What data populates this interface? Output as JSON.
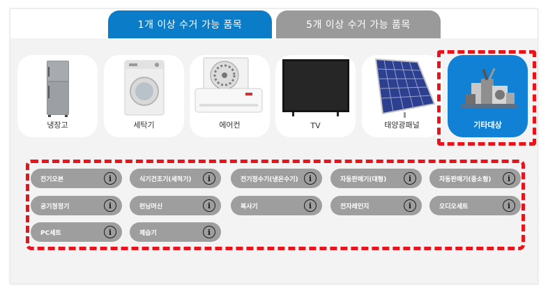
{
  "tabs": [
    {
      "label": "1개 이상 수거 가능 품목",
      "active": true
    },
    {
      "label": "5개 이상 수거 가능 품목",
      "active": false
    }
  ],
  "categories": [
    {
      "label": "냉장고",
      "icon": "refrigerator-icon"
    },
    {
      "label": "세탁기",
      "icon": "washing-machine-icon"
    },
    {
      "label": "에어컨",
      "icon": "air-conditioner-icon"
    },
    {
      "label": "TV",
      "icon": "tv-icon"
    },
    {
      "label": "태양광패널",
      "icon": "solar-panel-icon"
    },
    {
      "label": "기타대상",
      "icon": "misc-appliances-icon",
      "selected": true
    }
  ],
  "items": [
    {
      "label": "전기오븐"
    },
    {
      "label": "식기건조기(세척기)"
    },
    {
      "label": "전기정수기(냉온수기)"
    },
    {
      "label": "자동판매기(대형)"
    },
    {
      "label": "자동판매기(중소형)"
    },
    {
      "label": "공기청정기"
    },
    {
      "label": "런닝머신"
    },
    {
      "label": "복사기"
    },
    {
      "label": "전자레인지"
    },
    {
      "label": "오디오세트"
    },
    {
      "label": "PC세트"
    },
    {
      "label": "제습기"
    }
  ],
  "info_glyph": "i",
  "colors": {
    "accent": "#0a7cc8",
    "inactive_tab": "#9a9a9a",
    "pill": "#9e9e9e",
    "highlight": "#e8141c"
  }
}
